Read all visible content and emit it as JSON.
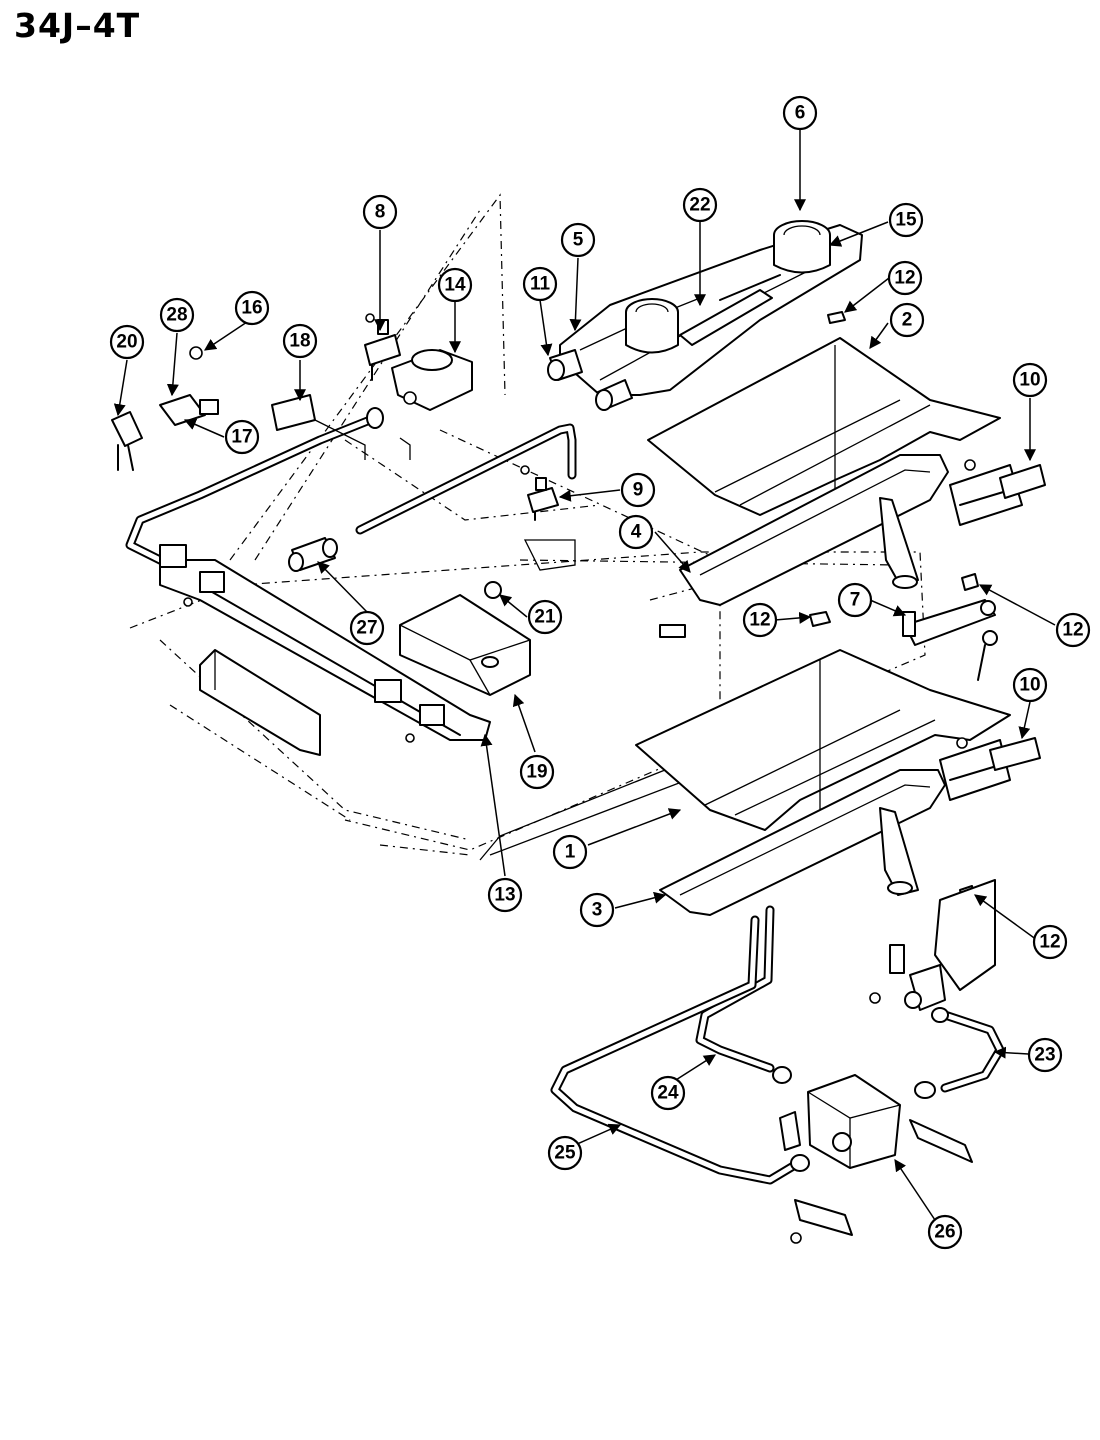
{
  "title": "34J–4T",
  "callouts": [
    "1",
    "2",
    "3",
    "4",
    "5",
    "6",
    "7",
    "8",
    "9",
    "10",
    "11",
    "12",
    "13",
    "14",
    "15",
    "16",
    "17",
    "18",
    "19",
    "20",
    "21",
    "22",
    "23",
    "24",
    "25",
    "26",
    "27",
    "28"
  ],
  "colors": {
    "ink": "#000000",
    "paper": "#ffffff"
  }
}
